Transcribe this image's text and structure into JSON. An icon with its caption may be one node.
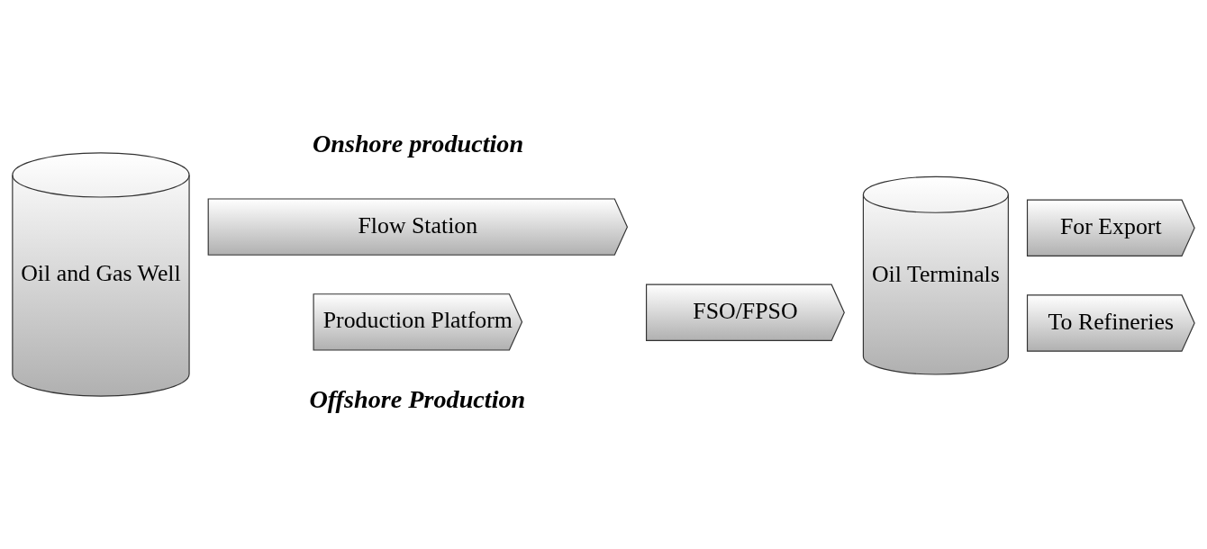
{
  "diagram": {
    "nodes": [
      {
        "text": [
          "Oil and Gas Well"
        ]
      },
      {
        "text": [
          "Flow Station"
        ]
      },
      {
        "text": [
          "Production Platform"
        ]
      },
      {
        "text": [
          "FSO/FPSO"
        ]
      },
      {
        "text": [
          "Oil Terminals"
        ]
      },
      {
        "text": [
          "For Export"
        ]
      },
      {
        "text": [
          "To Refineries"
        ]
      }
    ],
    "edges": [],
    "labels": [
      "Onshore production",
      "Offshore Production"
    ]
  }
}
